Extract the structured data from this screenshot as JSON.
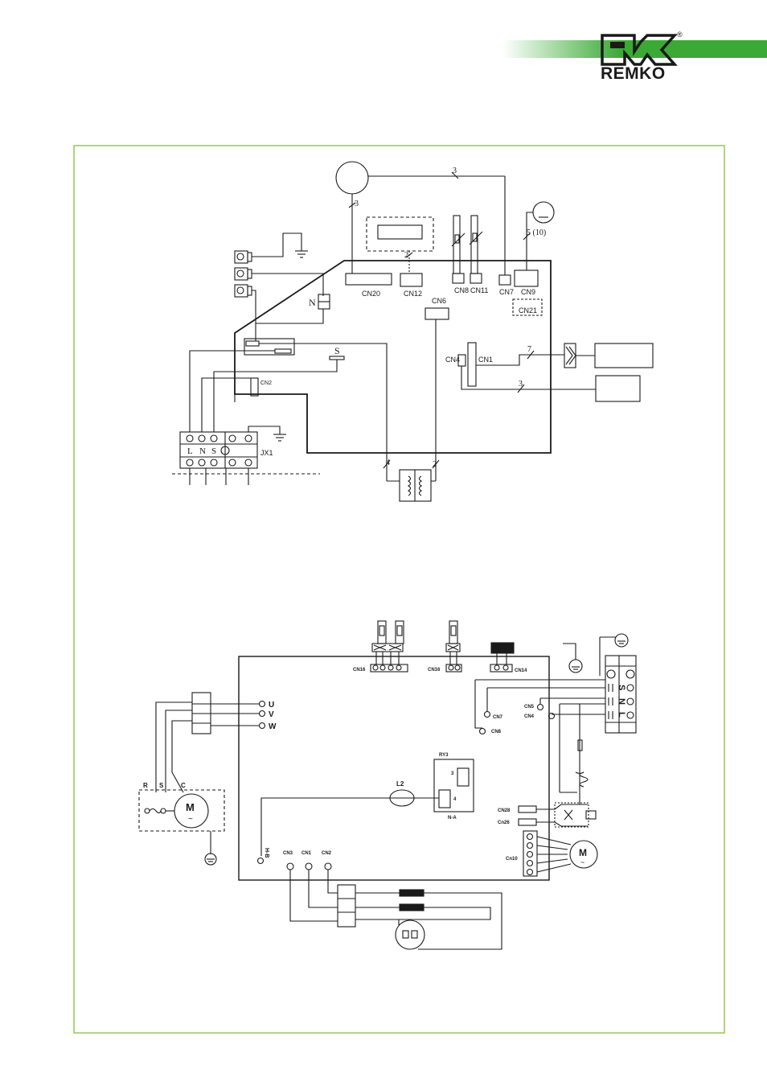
{
  "brand": {
    "logo_text": "REMKO",
    "registered_mark": "®",
    "band_color_start": "#ffffff",
    "band_color_end": "#3aa935",
    "frame_color": "#9ccb5c"
  },
  "indoor_diagram": {
    "connectors": {
      "cn20": "CN20",
      "cn12": "CN12",
      "cn8": "CN8",
      "cn11": "CN11",
      "cn7": "CN7",
      "cn9": "CN9",
      "cn21": "CN21",
      "cn6": "CN6",
      "cn4": "CN4",
      "cn1": "CN1",
      "cn2": "CN2",
      "jx1": "JX1"
    },
    "wire_counts": {
      "w3_top": "3",
      "w3_left": "3",
      "w2": "2",
      "w5": "5 (10)",
      "w7": "7",
      "w3_right": "3",
      "w4": "4",
      "w2_bottom": "2"
    },
    "terminal_letters": {
      "l": "L",
      "n": "N",
      "s": "S"
    },
    "label_n": "N",
    "label_s": "S"
  },
  "outdoor_diagram": {
    "connectors": {
      "cn16_a": "CN16",
      "cn16_b": "CN16",
      "cn14": "CN14",
      "cn5": "CN5",
      "cn4": "CN4",
      "cn7": "CN7",
      "cn8": "CN8",
      "ry3": "RY3",
      "relay_3": "3",
      "relay_4": "4",
      "na": "N-A",
      "l2": "L2",
      "cn28": "CN28",
      "cn26": "Cn26",
      "cn10": "Cn10",
      "cn3": "CN3",
      "cn1": "CN1",
      "cn2": "CN2",
      "hb": "H-B"
    },
    "phases": {
      "u": "U",
      "v": "V",
      "w": "W"
    },
    "motor_pins": {
      "r": "R",
      "s": "S",
      "c": "C"
    },
    "motor_label": "M",
    "motor_tilde": "~",
    "terminal_letters": {
      "s": "S",
      "n": "N",
      "l": "L"
    }
  }
}
